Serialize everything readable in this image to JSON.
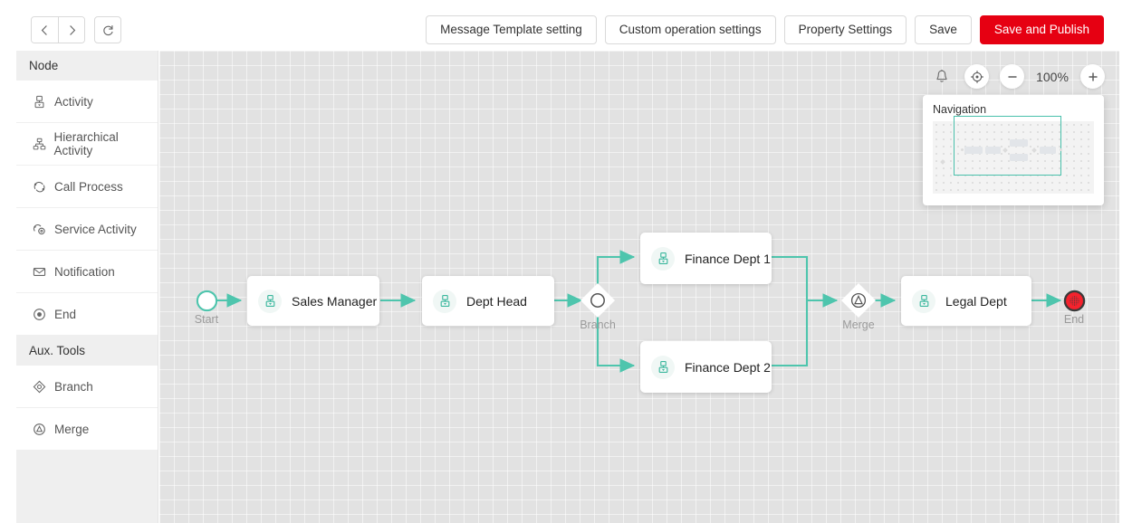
{
  "topbar": {
    "back_icon": "chevron-left-icon",
    "forward_icon": "chevron-right-icon",
    "refresh_icon": "refresh-icon",
    "buttons": [
      {
        "label": "Message Template setting",
        "primary": false
      },
      {
        "label": "Custom operation settings",
        "primary": false
      },
      {
        "label": "Property Settings",
        "primary": false
      },
      {
        "label": "Save",
        "primary": false
      },
      {
        "label": "Save and Publish",
        "primary": true
      }
    ],
    "primary_color": "#e60012"
  },
  "sidebar": {
    "section_node": "Node",
    "section_aux": "Aux. Tools",
    "node_items": [
      {
        "label": "Activity",
        "icon": "activity-icon"
      },
      {
        "label": "Hierarchical Activity",
        "icon": "hierarchy-icon"
      },
      {
        "label": "Call Process",
        "icon": "call-process-icon"
      },
      {
        "label": "Service Activity",
        "icon": "service-activity-icon"
      },
      {
        "label": "Notification",
        "icon": "envelope-icon"
      },
      {
        "label": "End",
        "icon": "end-icon"
      }
    ],
    "aux_items": [
      {
        "label": "Branch",
        "icon": "branch-icon"
      },
      {
        "label": "Merge",
        "icon": "merge-icon"
      }
    ]
  },
  "zoom_controls": {
    "bell_icon": "bell-icon",
    "target_icon": "target-icon",
    "minus_icon": "minus-icon",
    "plus_icon": "plus-icon",
    "level": "100%"
  },
  "navigation": {
    "title": "Navigation"
  },
  "canvas": {
    "accent_color": "#4ec5ad",
    "end_color": "#f5222d",
    "start": {
      "label": "Start"
    },
    "end": {
      "label": "End"
    },
    "branch": {
      "label": "Branch"
    },
    "merge": {
      "label": "Merge"
    },
    "nodes": [
      {
        "label": "Sales Manager",
        "icon": "approval-person-icon"
      },
      {
        "label": "Dept Head",
        "icon": "approval-person-icon"
      },
      {
        "label": "Finance Dept 1",
        "icon": "approval-person-icon"
      },
      {
        "label": "Finance Dept 2",
        "icon": "approval-person-icon"
      },
      {
        "label": "Legal Dept",
        "icon": "approval-person-icon"
      }
    ]
  }
}
